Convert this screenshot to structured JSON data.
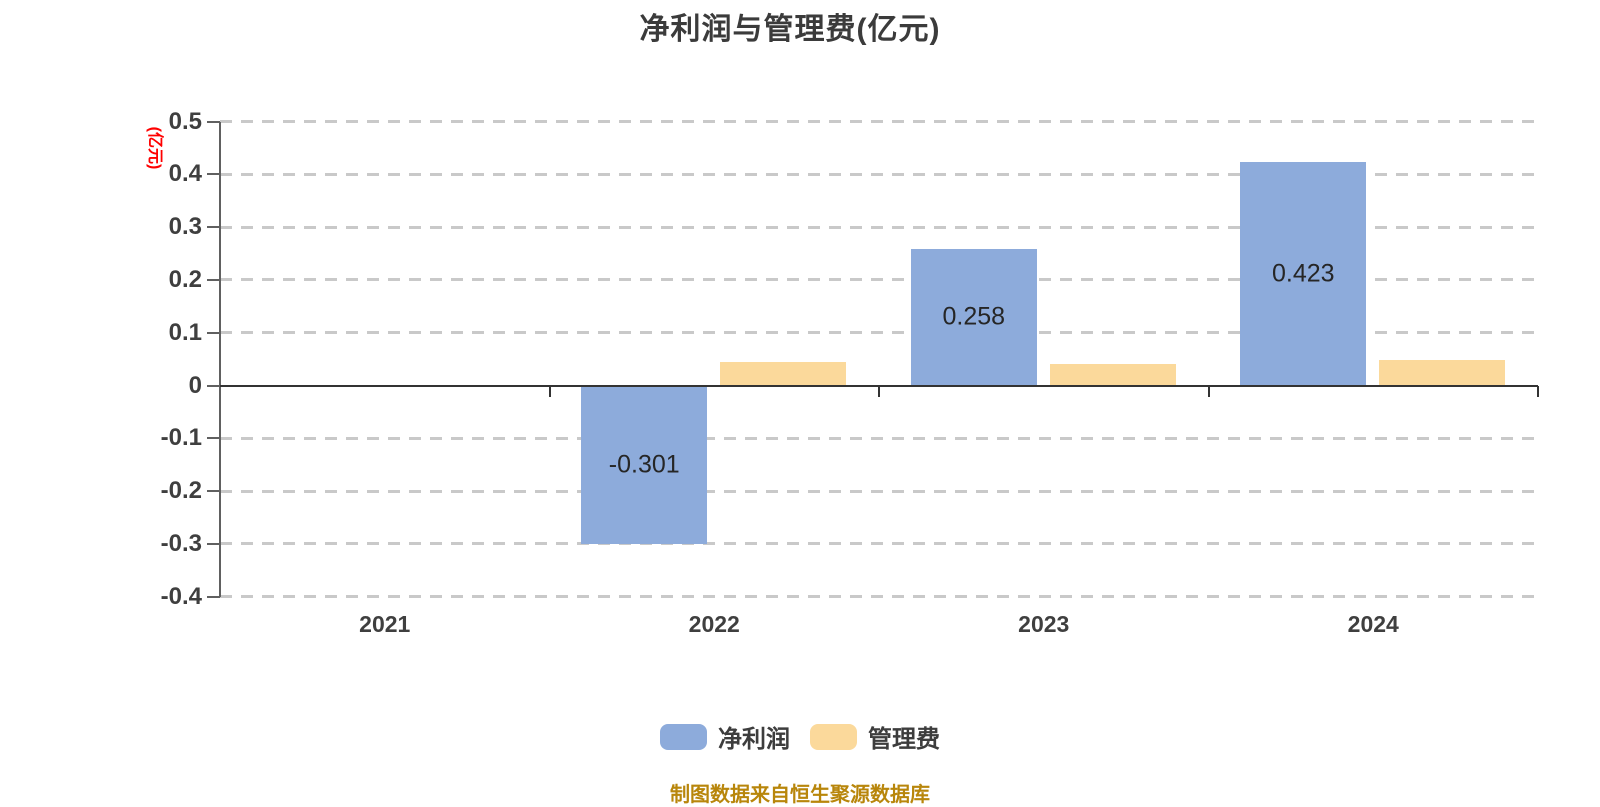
{
  "title": "净利润与管理费(亿元)",
  "y_axis": {
    "unit_label": "(亿元)",
    "unit_color": "#FF0000",
    "tick_labels": [
      "0.5",
      "0.4",
      "0.3",
      "0.2",
      "0.1",
      "0",
      "-0.1",
      "-0.2",
      "-0.3",
      "-0.4"
    ]
  },
  "x_axis": {
    "categories": [
      "2021",
      "2022",
      "2023",
      "2024"
    ]
  },
  "legend": {
    "items": [
      {
        "label": "净利润",
        "color": "#8DABDB"
      },
      {
        "label": "管理费",
        "color": "#FBD99B"
      }
    ]
  },
  "source_note": {
    "text": "制图数据来自恒生聚源数据库",
    "color": "#B8860B"
  },
  "chart_data": {
    "type": "bar",
    "title": "净利润与管理费(亿元)",
    "ylabel": "(亿元)",
    "categories": [
      "2021",
      "2022",
      "2023",
      "2024"
    ],
    "series": [
      {
        "name": "净利润",
        "color": "#8DABDB",
        "values": [
          0,
          -0.301,
          0.258,
          0.423
        ],
        "data_labels": [
          null,
          "-0.301",
          "0.258",
          "0.423"
        ]
      },
      {
        "name": "管理费",
        "color": "#FBD99B",
        "values": [
          0,
          0.045,
          0.04,
          0.048
        ],
        "data_labels": [
          null,
          null,
          null,
          null
        ]
      }
    ],
    "ylim": [
      -0.4,
      0.5
    ],
    "y_tick_step": 0.1,
    "grid": "horizontal-dashed",
    "legend_position": "bottom",
    "source": "制图数据来自恒生聚源数据库"
  }
}
